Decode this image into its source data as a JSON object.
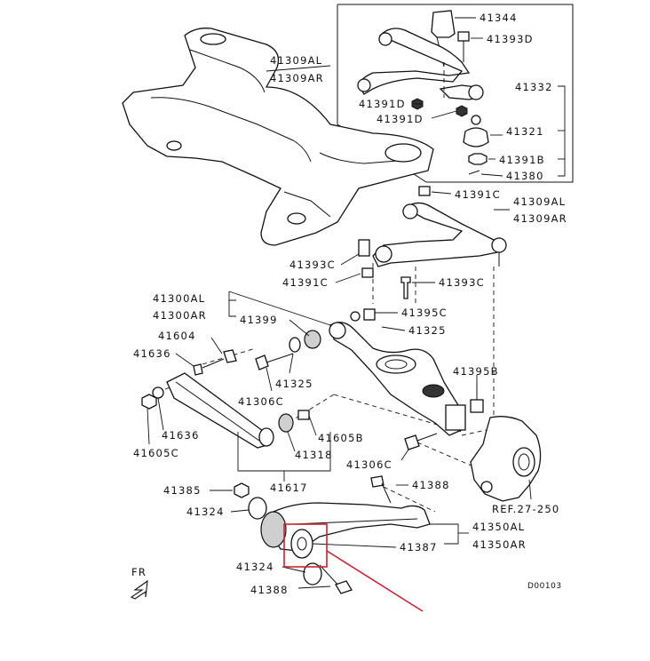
{
  "labels": {
    "p41344": "41344",
    "p41393D": "41393D",
    "p41309AL_top": "41309AL",
    "p41309AR_top": "41309AR",
    "p41332": "41332",
    "p41391D_a": "41391D",
    "p41391D_b": "41391D",
    "p41321": "41321",
    "p41391B": "41391B",
    "p41380": "41380",
    "p41391C_top": "41391C",
    "p41309AL_mid": "41309AL",
    "p41309AR_mid": "41309AR",
    "p41393C_left": "41393C",
    "p41391C_left": "41391C",
    "p41393C_right": "41393C",
    "p41300AL": "41300AL",
    "p41300AR": "41300AR",
    "p41399": "41399",
    "p41395C": "41395C",
    "p41325_a": "41325",
    "p41604": "41604",
    "p41636_a": "41636",
    "p41325_b": "41325",
    "p41306C_a": "41306C",
    "p41395B": "41395B",
    "p41636_b": "41636",
    "p41605C": "41605C",
    "p41605B": "41605B",
    "p41318": "41318",
    "p41306C_b": "41306C",
    "p41388_a": "41388",
    "p41385": "41385",
    "p41617": "41617",
    "pREF": "REF.27-250",
    "p41324_a": "41324",
    "p41350AL": "41350AL",
    "p41350AR": "41350AR",
    "p41387": "41387",
    "p41324_b": "41324",
    "p41388_b": "41388",
    "fr": "FR",
    "code": "D00103"
  },
  "colors": {
    "ink": "#111111",
    "highlight": "#cc2233",
    "background": "#ffffff"
  }
}
